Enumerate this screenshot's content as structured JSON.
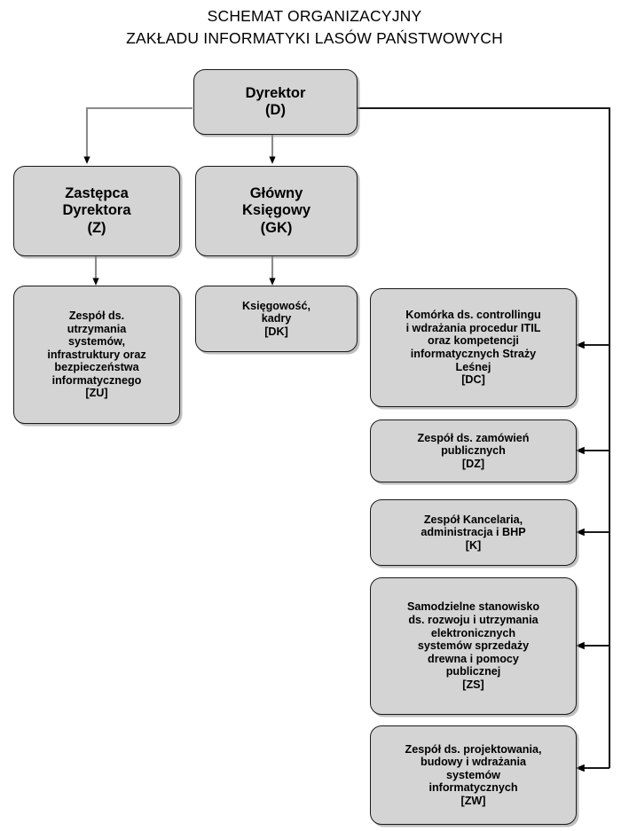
{
  "title": {
    "line1": "SCHEMAT ORGANIZACYJNY",
    "line2": "ZAKŁADU INFORMATYKI LASÓW PAŃSTWOWYCH"
  },
  "colors": {
    "box_fill": "#d4d4d4",
    "box_border": "#1a1a1a",
    "text": "#000000",
    "connector_dark": "#000000",
    "connector_gray": "#808080",
    "background": "#ffffff"
  },
  "chart_data": {
    "type": "diagram",
    "diagram_type": "organizational-chart",
    "title": "SCHEMAT ORGANIZACYJNY ZAKŁADU INFORMATYKI LASÓW PAŃSTWOWYCH",
    "nodes": [
      {
        "id": "D",
        "label": "Dyrektor\n(D)",
        "code": "D",
        "level": 0
      },
      {
        "id": "Z",
        "label": "Zastępca\nDyrektora\n(Z)",
        "code": "Z",
        "level": 1
      },
      {
        "id": "GK",
        "label": "Główny\nKsięgowy\n(GK)",
        "code": "GK",
        "level": 1
      },
      {
        "id": "ZU",
        "label": "Zespół ds.\nutrzymania\nsystemów,\ninfrastruktury oraz\nbezpieczeństwa\ninformatycznego\n[ZU]",
        "code": "ZU",
        "level": 2
      },
      {
        "id": "DK",
        "label": "Księgowość,\nkadry\n[DK]",
        "code": "DK",
        "level": 2
      },
      {
        "id": "DC",
        "label": "Komórka ds. controllingu\ni wdrażania procedur ITIL\noraz kompetencji\ninformatycznych Straży\nLeśnej\n[DC]",
        "code": "DC",
        "level": 1
      },
      {
        "id": "DZ",
        "label": "Zespół ds. zamówień\npublicznych\n[DZ]",
        "code": "DZ",
        "level": 1
      },
      {
        "id": "K",
        "label": "Zespół Kancelaria,\nadministracja i BHP\n[K]",
        "code": "K",
        "level": 1
      },
      {
        "id": "ZS",
        "label": "Samodzielne stanowisko\nds. rozwoju i utrzymania\nelektronicznych\nsystemów sprzedaży\ndrewna i pomocy\npublicznej\n[ZS]",
        "code": "ZS",
        "level": 1
      },
      {
        "id": "ZW",
        "label": "Zespół ds. projektowania,\nbudowy i wdrażania\nsystemów\ninformatycznych\n[ZW]",
        "code": "ZW",
        "level": 1
      }
    ],
    "edges": [
      {
        "from": "D",
        "to": "Z",
        "style": "elbow-left"
      },
      {
        "from": "D",
        "to": "GK",
        "style": "straight-down"
      },
      {
        "from": "Z",
        "to": "ZU",
        "style": "straight-down"
      },
      {
        "from": "GK",
        "to": "DK",
        "style": "straight-down"
      },
      {
        "from": "D",
        "to": "DC",
        "style": "elbow-right"
      },
      {
        "from": "D",
        "to": "DZ",
        "style": "elbow-right"
      },
      {
        "from": "D",
        "to": "K",
        "style": "elbow-right"
      },
      {
        "from": "D",
        "to": "ZS",
        "style": "elbow-right"
      },
      {
        "from": "D",
        "to": "ZW",
        "style": "elbow-right"
      }
    ]
  }
}
